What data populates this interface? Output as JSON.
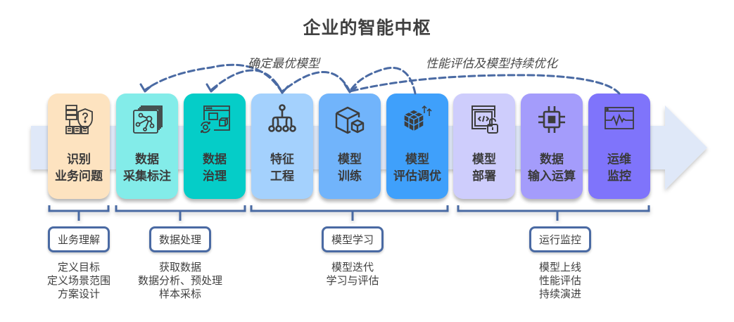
{
  "title": "企业的智能中枢",
  "arc_labels": {
    "optimal_model": "确定最优模型",
    "continuous_optimization": "性能评估及模型持续优化"
  },
  "colors": {
    "arrow_banner": "#dfe8f8",
    "connector": "#4a6aa3",
    "icon": "#3d3d3d"
  },
  "stages": [
    {
      "label": "识别\n业务问题",
      "icon": "server-shield-question-icon",
      "color": "#fde3c0"
    },
    {
      "label": "数据\n采集标注",
      "icon": "layered-network-icon",
      "color": "#83ece9"
    },
    {
      "label": "数据\n治理",
      "icon": "window-cube-refresh-icon",
      "color": "#05cdc8"
    },
    {
      "label": "特征\n工程",
      "icon": "hierarchy-tree-icon",
      "color": "#a4d1fd"
    },
    {
      "label": "模型\n训练",
      "icon": "cube-model-icon",
      "color": "#71b4fb"
    },
    {
      "label": "模型\n评估调优",
      "icon": "cubes-arrows-up-icon",
      "color": "#3fa0fb"
    },
    {
      "label": "模型\n部署",
      "icon": "code-window-lock-icon",
      "color": "#cecdfc"
    },
    {
      "label": "数据\n输入运算",
      "icon": "cpu-chip-icon",
      "color": "#a49cfb"
    },
    {
      "label": "运维\n监控",
      "icon": "monitor-pulse-icon",
      "color": "#7f74fb"
    }
  ],
  "groups": [
    {
      "label": "业务理解",
      "desc": "定义目标\n定义场景范围\n方案设计"
    },
    {
      "label": "数据处理",
      "desc": "获取数据\n数据分析、预处理\n样本采标"
    },
    {
      "label": "模型学习",
      "desc": "模型迭代\n学习与评估"
    },
    {
      "label": "运行监控",
      "desc": "模型上线\n性能评估\n持续演进"
    }
  ]
}
